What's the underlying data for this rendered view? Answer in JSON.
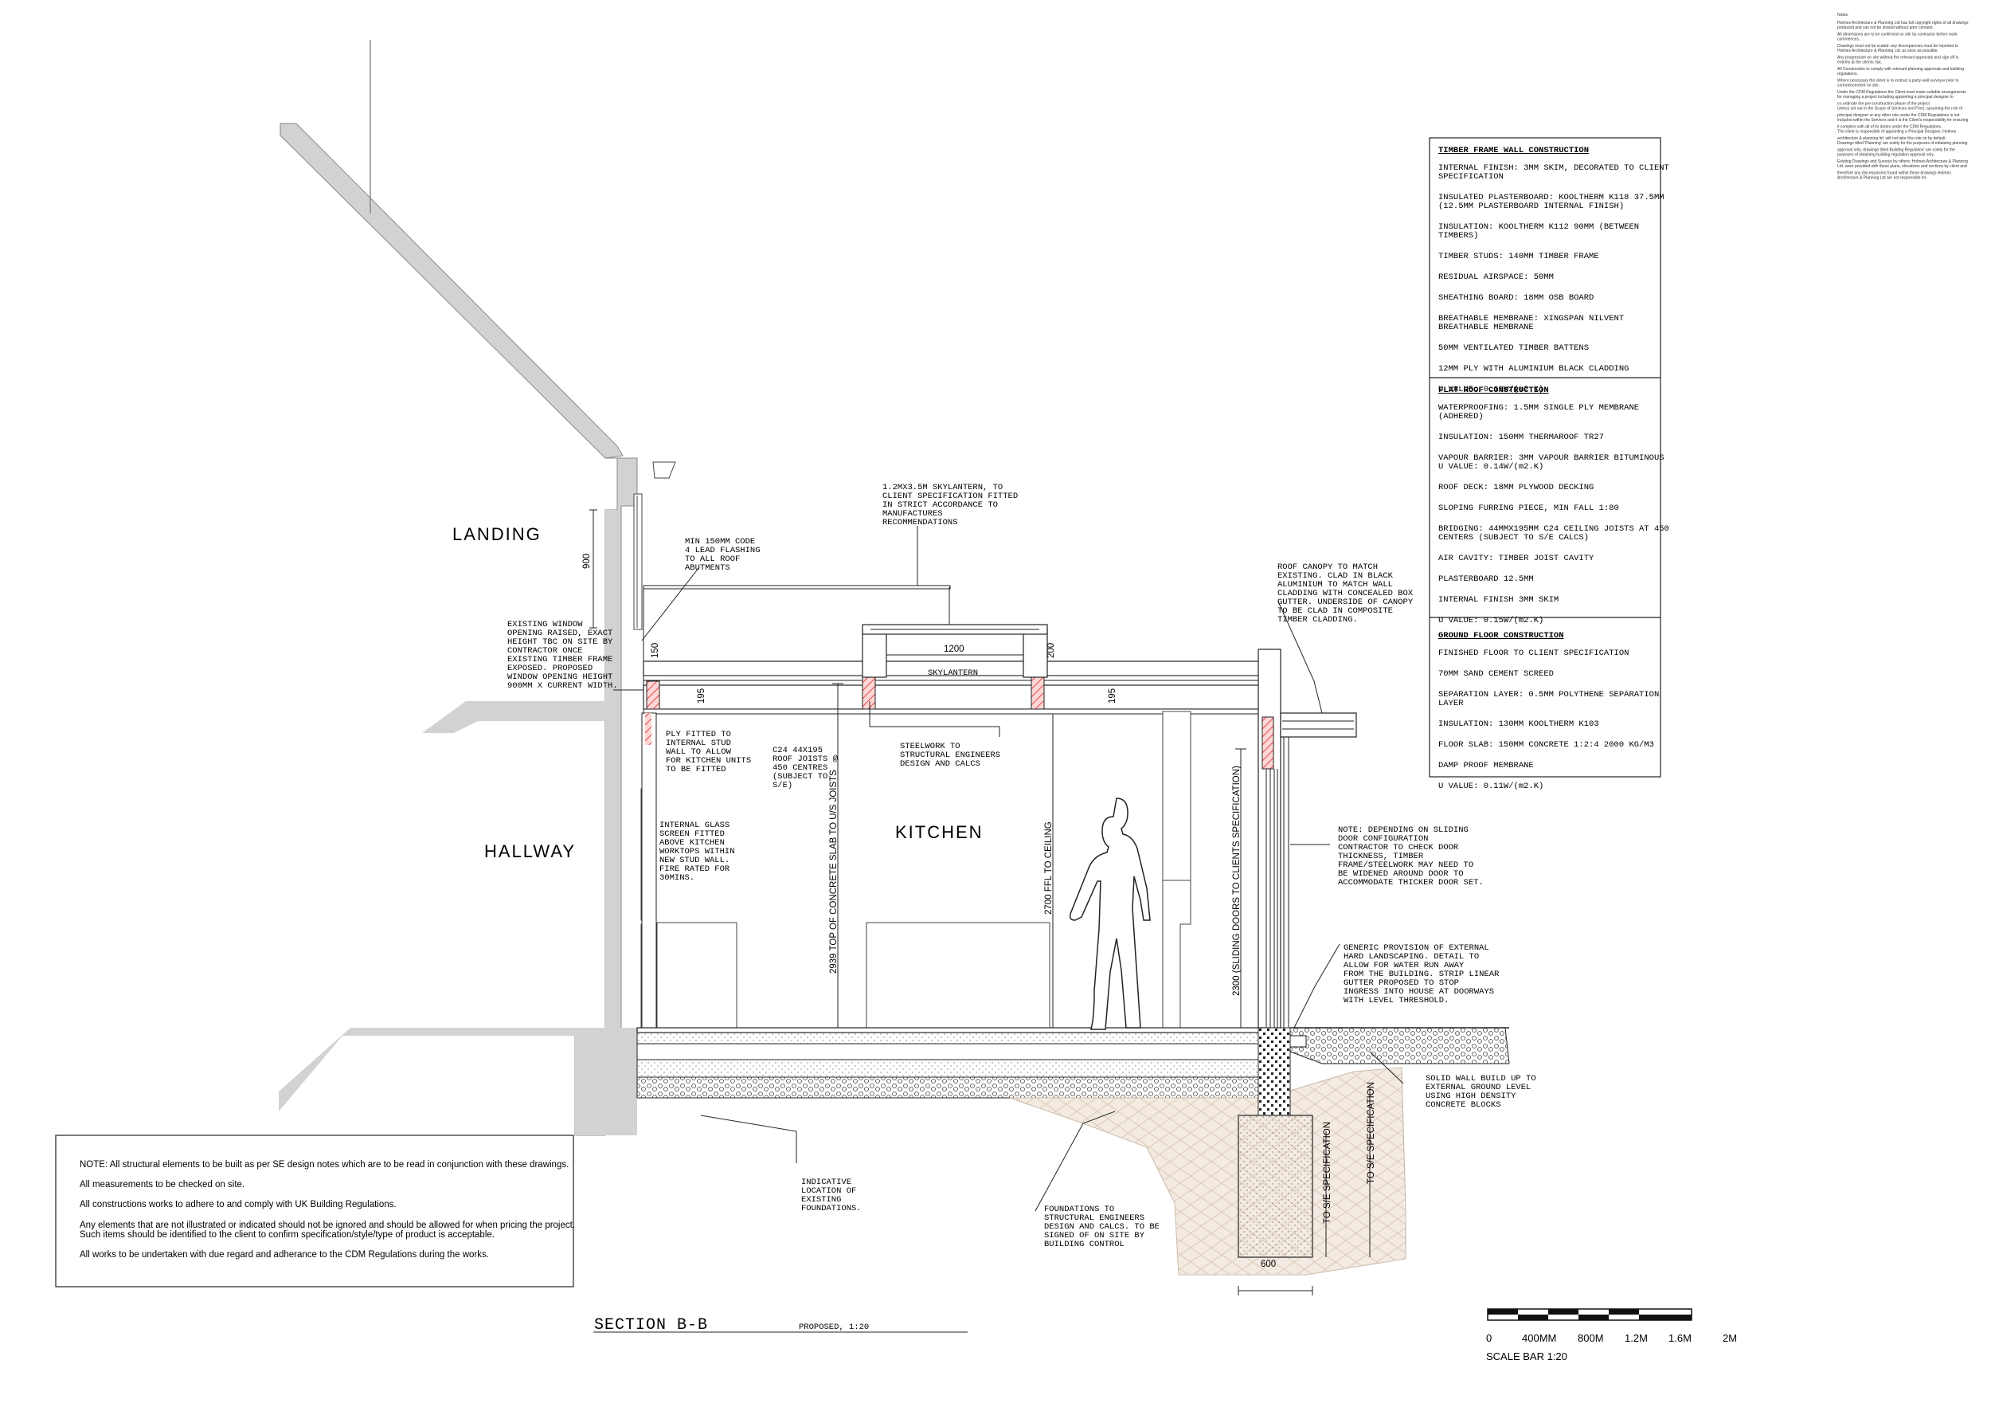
{
  "rooms": {
    "landing": "LANDING",
    "hallway": "HALLWAY",
    "kitchen": "KITCHEN"
  },
  "title_info": [
    "Notes:",
    "Holmes Architecture & Planning Ltd has full copyright rights of all drawings",
    "produced and can not be shared without prior consent.",
    "All dimensions are to be confirmed on site by contractor before work",
    "commences.",
    "Drawings must not be scaled: any discrepancies must be reported to",
    "Holmes Architecture & Planning Ltd. as soon as possible.",
    "Any progression on site without the relevant approvals and sign off is",
    "entirely at the clients risk.",
    "All Construction to comply with relevant planning approvals and building",
    "regulations.",
    "Where necessary the client is to instruct a party wall surveyor prior to",
    "commencement on site.",
    "Under the CDM Regulations the Client must make suitable arrangements",
    "for managing a project including appointing a principal designer to",
    "co-ordinate the pre-construction phase of the project.",
    "Unless set out in the Scope of Services and Fees, assuming the role of",
    "principal designer or any other role under the CDM Regulations is not",
    "included within the Services and it is the Client's responsibility for ensuring",
    "it complies with all of its duties under the CDM Regulations.",
    "The client is responsible of appointing a Principal Designer, Holmes",
    "architecture & planning ltd. will not take this role on by default.",
    "Drawings titled 'Planning' are solely for the purposes of obtaining planning",
    "approval only, drawings titled Building Regulation' are solely for the",
    "purposes of obtaining building regulation approval only.",
    "Existing Drawings and Surveys by others; Holmes Architecture & Planning",
    "Ltd. were provided with these plans, elevations and sections by client and",
    "therefore any discrepancies found within these drawings Holmes",
    "Architecture & Planning Ltd are not responsible for."
  ],
  "spec_boxes": [
    {
      "heading": "TIMBER FRAME WALL CONSTRUCTION",
      "lines": [
        [
          "INTERNAL FINISH: 3MM SKIM, DECORATED TO CLIENT",
          "SPECIFICATION"
        ],
        [
          "INSULATED PLASTERBOARD: KOOLTHERM K118 37.5MM",
          "(12.5MM PLASTERBOARD INTERNAL FINISH)"
        ],
        [
          "INSULATION: KOOLTHERM K112 90MM (BETWEEN",
          "TIMBERS)"
        ],
        [
          "TIMBER STUDS: 140MM TIMBER FRAME"
        ],
        [
          "RESIDUAL AIRSPACE: 50MM"
        ],
        [
          "SHEATHING BOARD: 18MM OSB BOARD"
        ],
        [
          "BREATHABLE MEMBRANE: XINGSPAN NILVENT",
          "BREATHABLE MEMBRANE"
        ],
        [
          "50MM VENTILATED TIMBER BATTENS"
        ],
        [
          "12MM PLY WITH ALUMINIUM BLACK CLADDING"
        ],
        [
          "U VALUE: 0.18W/(m2.K)"
        ]
      ]
    },
    {
      "heading": "FLAT ROOF CONSTRUCTION",
      "lines": [
        [
          "WATERPROOFING: 1.5MM SINGLE PLY MEMBRANE",
          "(ADHERED)"
        ],
        [
          "INSULATION: 150MM THERMAROOF TR27"
        ],
        [
          "VAPOUR BARRIER: 3MM VAPOUR BARRIER BITUMINOUS",
          "U VALUE: 0.14W/(m2.K)"
        ],
        [
          "ROOF DECK: 18MM PLYWOOD DECKING"
        ],
        [
          "SLOPING FURRING PIECE, MIN FALL 1:80"
        ],
        [
          "BRIDGING: 44MMX195MM C24 CEILING JOISTS AT 450",
          "CENTERS (SUBJECT TO S/E CALCS)"
        ],
        [
          "AIR CAVITY: TIMBER JOIST CAVITY"
        ],
        [
          "PLASTERBOARD 12.5MM"
        ],
        [
          "INTERNAL FINISH 3MM SKIM"
        ],
        [
          "U VALUE: 0.15W/(m2.K)"
        ]
      ]
    },
    {
      "heading": "GROUND FLOOR CONSTRUCTION",
      "lines": [
        [
          "FINISHED FLOOR TO CLIENT SPECIFICATION"
        ],
        [
          "70MM SAND CEMENT SCREED"
        ],
        [
          "SEPARATION LAYER: 0.5MM POLYTHENE SEPARATION",
          "LAYER"
        ],
        [
          "INSULATION: 130MM KOOLTHERM K103"
        ],
        [
          "FLOOR SLAB: 150MM CONCRETE 1:2:4 2000 KG/M3"
        ],
        [
          "DAMP PROOF MEMBRANE"
        ],
        [
          "U VALUE: 0.11W/(m2.K)"
        ]
      ]
    }
  ],
  "annotations": {
    "skylantern": [
      "1.2MX3.5M SKYLANTERN, TO",
      "CLIENT SPECIFICATION FITTED",
      "IN STRICT ACCORDANCE TO",
      "MANUFACTURES",
      "RECOMMENDATIONS"
    ],
    "flashing": [
      "MIN 150MM CODE",
      "4 LEAD FLASHING",
      "TO ALL ROOF",
      "ABUTMENTS"
    ],
    "window": [
      "EXISTING WINDOW",
      "OPENING RAISED, EXACT",
      "HEIGHT TBC ON SITE BY",
      "CONTRACTOR ONCE",
      "EXISTING TIMBER FRAME",
      "EXPOSED. PROPOSED",
      "WINDOW OPENING HEIGHT",
      "900MM X CURRENT WIDTH."
    ],
    "canopy": [
      "ROOF CANOPY TO MATCH",
      "EXISTING. CLAD IN BLACK",
      "ALUMINIUM TO MATCH WALL",
      "CLADDING WITH CONCEALED BOX",
      "GUTTER. UNDERSIDE OF CANOPY",
      "TO BE CLAD IN COMPOSITE",
      "TIMBER CLADDING."
    ],
    "ply": [
      "PLY FITTED TO",
      "INTERNAL STUD",
      "WALL TO ALLOW",
      "FOR KITCHEN UNITS",
      "TO BE FITTED"
    ],
    "joists": [
      "C24 44X195",
      "ROOF JOISTS @",
      "450 CENTRES",
      "(SUBJECT TO",
      "S/E)"
    ],
    "steelwork": [
      "STEELWORK TO",
      "STRUCTURAL ENGINEERS",
      "DESIGN AND CALCS"
    ],
    "glass": [
      "INTERNAL GLASS",
      "SCREEN FITTED",
      "ABOVE KITCHEN",
      "WORKTOPS WITHIN",
      "NEW STUD WALL.",
      "FIRE RATED FOR",
      "30MINS."
    ],
    "sliding": [
      "NOTE: DEPENDING ON SLIDING",
      "DOOR CONFIGURATION",
      "CONTRACTOR TO CHECK DOOR",
      "THICKNESS, TIMBER",
      "FRAME/STEELWORK MAY NEED TO",
      "BE WIDENED AROUND DOOR TO",
      "ACCOMMODATE THICKER DOOR SET."
    ],
    "landscaping": [
      "GENERIC PROVISION OF EXTERNAL",
      "HARD LANDSCAPING. DETAIL TO",
      "ALLOW FOR WATER RUN AWAY",
      "FROM THE BUILDING. STRIP LINEAR",
      "GUTTER PROPOSED TO STOP",
      "INGRESS INTO HOUSE AT DOORWAYS",
      "WITH LEVEL THRESHOLD."
    ],
    "solidwall": [
      "SOLID WALL BUILD UP TO",
      "EXTERNAL GROUND LEVEL",
      "USING HIGH DENSITY",
      "CONCRETE BLOCKS"
    ],
    "indicative": [
      "INDICATIVE",
      "LOCATION OF",
      "EXISTING",
      "FOUNDATIONS."
    ],
    "foundations": [
      "FOUNDATIONS TO",
      "STRUCTURAL ENGINEERS",
      "DESIGN AND CALCS. TO BE",
      "SIGNED OF ON SITE BY",
      "BUILDING CONTROL"
    ]
  },
  "dimensions": {
    "window_height": "900",
    "sky_width": "1200",
    "upstand_left": "150",
    "upstand_right": "200",
    "joist_a": "195",
    "joist_b": "195",
    "slab_to_joists": "2939 TOP OF CONCRETE SLAB TO U/S JOISTS",
    "ffl_to_ceiling": "2700 FFL TO CEILING",
    "sliding_doors": "2300 (SLIDING DOORS TO CLIENTS SPECIFICATION)",
    "se_spec_a": "TO S/E SPECIFICATION",
    "se_spec_b": "TO S/E SPECIFICATION",
    "foundation_width": "600"
  },
  "labels": {
    "skylantern": "SKYLANTERN"
  },
  "general_notes": [
    "NOTE: All structural elements to be built as per SE design notes which are to be read in conjunction with these drawings.",
    "All measurements to be checked on site.",
    "All constructions works to adhere to and comply with UK Building Regulations.",
    "Any elements that are not illustrated or indicated should not be ignored and should be allowed for when pricing the project.",
    "Such items should be identified to the client to confirm specification/style/type of product is acceptable.",
    "All works to be undertaken with due regard and adherance to the CDM Regulations during the works."
  ],
  "title_block": {
    "title": "SECTION B-B",
    "subtitle": "PROPOSED, 1:20"
  },
  "scale_bar": {
    "labels": [
      "0",
      "400MM",
      "800M",
      "1.2M",
      "1.6M",
      "2M"
    ],
    "caption": "SCALE BAR 1:20"
  }
}
